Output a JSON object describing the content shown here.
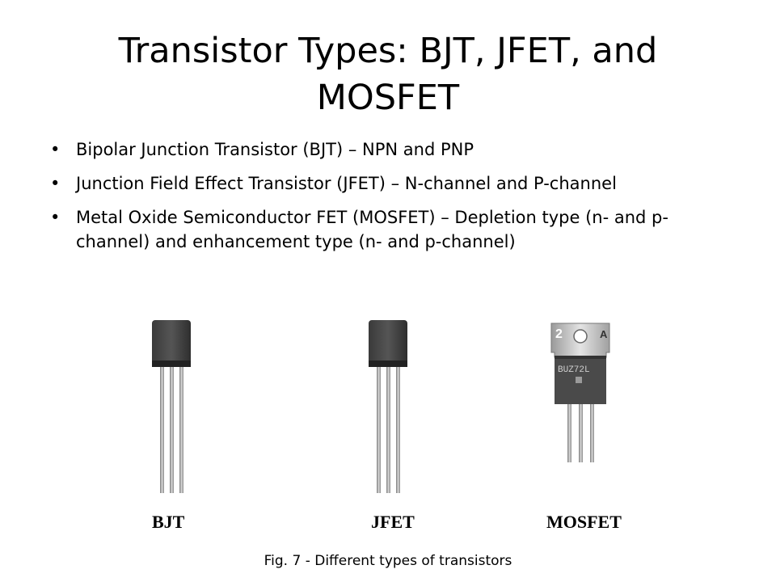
{
  "slide": {
    "title": "Transistor Types: BJT, JFET, and MOSFET",
    "bullets": [
      "Bipolar Junction Transistor (BJT) – NPN and PNP",
      "Junction Field Effect Transistor (JFET) – N-channel and P-channel",
      "Metal Oxide Semiconductor FET (MOSFET) – Depletion type (n- and p-channel) and enhancement type (n- and p-channel)"
    ]
  },
  "figure": {
    "labels": {
      "bjt": "BJT",
      "jfet": "JFET",
      "mosfet": "MOSFET"
    },
    "mosfet_marking": {
      "pin_number": "2",
      "corner_letter": "A",
      "part_code": "BUZ72L"
    },
    "caption": "Fig. 7 - Different types of transistors"
  }
}
